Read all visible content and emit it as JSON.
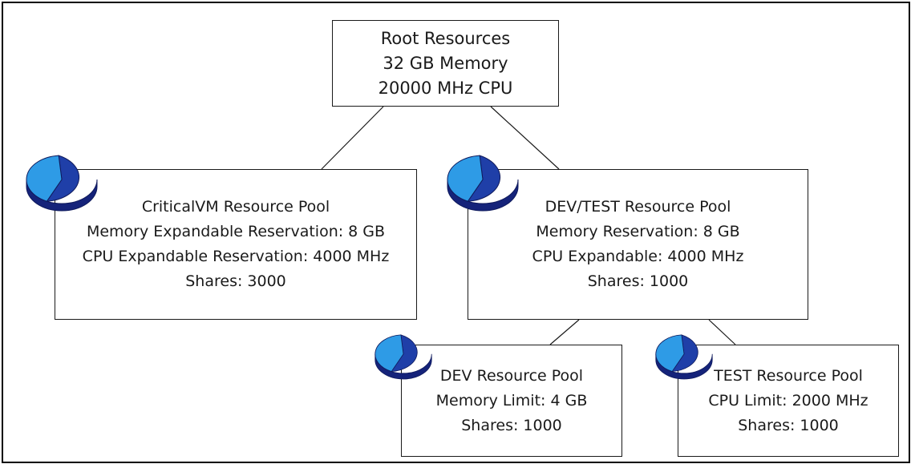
{
  "root": {
    "title": "Root Resources",
    "memory": "32 GB Memory",
    "cpu": "20000 MHz CPU"
  },
  "pools": {
    "critical": {
      "name": "CriticalVM Resource Pool",
      "memory": "Memory Expandable Reservation: 8 GB",
      "cpu": "CPU Expandable Reservation: 4000 MHz",
      "shares": "Shares: 3000"
    },
    "devtest": {
      "name": "DEV/TEST Resource Pool",
      "memory": "Memory Reservation: 8 GB",
      "cpu": "CPU Expandable: 4000 MHz",
      "shares": "Shares: 1000"
    },
    "dev": {
      "name": "DEV Resource Pool",
      "memory": "Memory Limit: 4 GB",
      "shares": "Shares: 1000"
    },
    "test": {
      "name": "TEST Resource Pool",
      "cpu": "CPU Limit: 2000 MHz",
      "shares": "Shares: 1000"
    }
  },
  "icon": {
    "name": "resource-pool-pie-icon",
    "colors": {
      "light": "#2e9be6",
      "dark": "#1f3fa8",
      "darker": "#15237a",
      "edge": "#0f1a5c"
    }
  }
}
